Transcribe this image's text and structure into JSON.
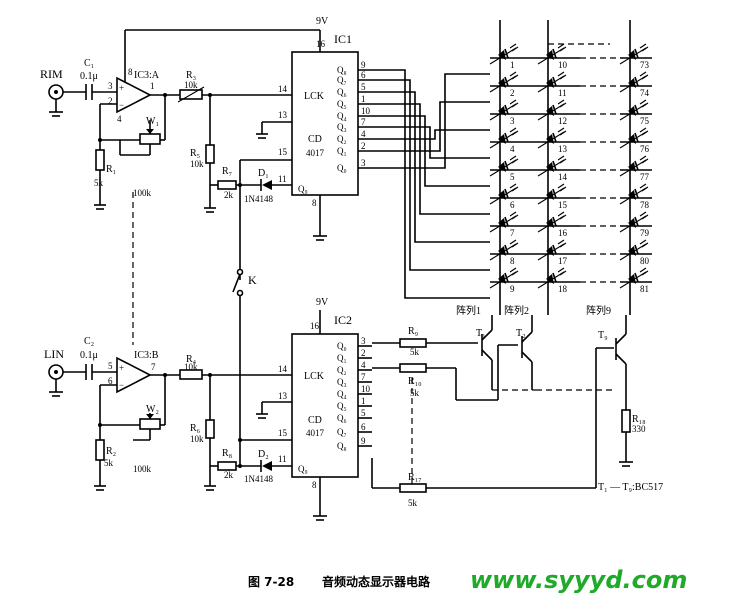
{
  "power": {
    "ic1": "9V",
    "ic2": "9V"
  },
  "inputs": {
    "right": "RIM",
    "left": "LIN"
  },
  "caps": {
    "c1_name": "C₁",
    "c1_val": "0.1μ",
    "c2_name": "C₂",
    "c2_val": "0.1μ"
  },
  "opamps": {
    "a": "IC3:A",
    "b": "IC3:B"
  },
  "opamp_pins": {
    "a_plus": "3",
    "a_minus": "2",
    "a_out": "1",
    "a_pwr": "8",
    "a_gnd": "4",
    "b_plus": "5",
    "b_minus": "6",
    "b_out": "7"
  },
  "resistors": {
    "r1": "R₁",
    "r1_val": "5k",
    "r2": "R₂",
    "r2_val": "5k",
    "r3": "R₃",
    "r3_val": "10k",
    "r4": "R₄",
    "r4_val": "10k",
    "r5": "R₅",
    "r5_val": "10k",
    "r6": "R₆",
    "r6_val": "10k",
    "r7": "R₇",
    "r7_val": "2k",
    "r8": "R₈",
    "r8_val": "2k",
    "r9": "R₉",
    "r9_val": "5k",
    "r10": "R₁₀",
    "r10_val": "5k",
    "r17": "R₁₇",
    "r17_val": "5k",
    "r18": "R₁₈",
    "r18_val": "330"
  },
  "pots": {
    "w1": "W₁",
    "w1_val": "100k",
    "w2": "W₂",
    "w2_val": "100k"
  },
  "diodes": {
    "d1": "D₁",
    "d1_part": "1N4148",
    "d2": "D₂",
    "d2_part": "1N4148"
  },
  "switch": "K",
  "ic1": {
    "name": "IC1",
    "lck": "LCK",
    "cd": "CD",
    "part": "4017",
    "q9": "Q₉",
    "pin_vcc": "16",
    "pin_lck": "14",
    "pin_13": "13",
    "pin_15": "15",
    "pin_11": "11",
    "pin_gnd": "8",
    "outputs": [
      {
        "q": "Q₈",
        "pin": "9"
      },
      {
        "q": "Q₇",
        "pin": "6"
      },
      {
        "q": "Q₆",
        "pin": "5"
      },
      {
        "q": "Q₅",
        "pin": "1"
      },
      {
        "q": "Q₄",
        "pin": "10"
      },
      {
        "q": "Q₃",
        "pin": "7"
      },
      {
        "q": "Q₂",
        "pin": "4"
      },
      {
        "q": "Q₁",
        "pin": "2"
      },
      {
        "q": "Q₀",
        "pin": "3"
      }
    ]
  },
  "ic2": {
    "name": "IC2",
    "lck": "LCK",
    "cd": "CD",
    "part": "4017",
    "q9": "Q₉",
    "pin_vcc": "16",
    "pin_lck": "14",
    "pin_13": "13",
    "pin_15": "15",
    "pin_11": "11",
    "pin_gnd": "8",
    "outputs": [
      {
        "q": "Q₀",
        "pin": "3"
      },
      {
        "q": "Q₁",
        "pin": "2"
      },
      {
        "q": "Q₂",
        "pin": "4"
      },
      {
        "q": "Q₃",
        "pin": "7"
      },
      {
        "q": "Q₄",
        "pin": "10"
      },
      {
        "q": "Q₅",
        "pin": "1"
      },
      {
        "q": "Q₆",
        "pin": "5"
      },
      {
        "q": "Q₇",
        "pin": "6"
      },
      {
        "q": "Q₈",
        "pin": "9"
      }
    ]
  },
  "led_columns": [
    {
      "label": "阵列1",
      "leds": [
        "1",
        "2",
        "3",
        "4",
        "5",
        "6",
        "7",
        "8",
        "9"
      ]
    },
    {
      "label": "阵列2",
      "leds": [
        "10",
        "11",
        "12",
        "13",
        "14",
        "15",
        "16",
        "17",
        "18"
      ]
    },
    {
      "label": "阵列9",
      "leds": [
        "73",
        "74",
        "75",
        "76",
        "77",
        "78",
        "79",
        "80",
        "81"
      ]
    }
  ],
  "transistors": {
    "t1": "T₁",
    "t2": "T₂",
    "t9": "T₉",
    "note": "T₁ — T₉:BC517"
  },
  "caption": {
    "fig": "图 7-28",
    "title": "音频动态显示器电路"
  },
  "watermark": "www.syyyd.com"
}
